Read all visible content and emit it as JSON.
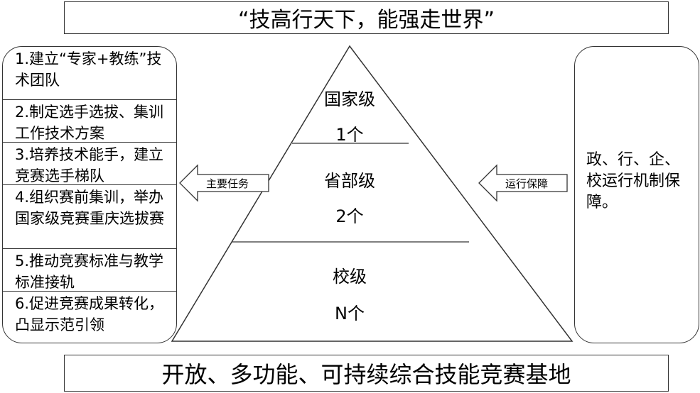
{
  "title": "“技高行天下，能强走世界”",
  "footer": "开放、多功能、可持续综合技能竞赛基地",
  "tasks": [
    "1.建立“专家+教练”技术团队",
    "2.制定选手选拔、集训工作技术方案",
    "3.培养技术能手，建立竞赛选手梯队",
    "4.组织赛前集训，举办国家级竞赛重庆选拔赛",
    "5.推动竞赛标准与教学标准接轨",
    "6.促进竞赛成果转化，凸显示范引领"
  ],
  "left_arrow": "主要任务",
  "right_arrow": "运行保障",
  "guarantee": "政、行、企、校运行机制保障。",
  "pyramid": [
    {
      "level": "国家级",
      "count": "1个"
    },
    {
      "level": "省部级",
      "count": "2个"
    },
    {
      "level": "校级",
      "count": "N个"
    }
  ]
}
